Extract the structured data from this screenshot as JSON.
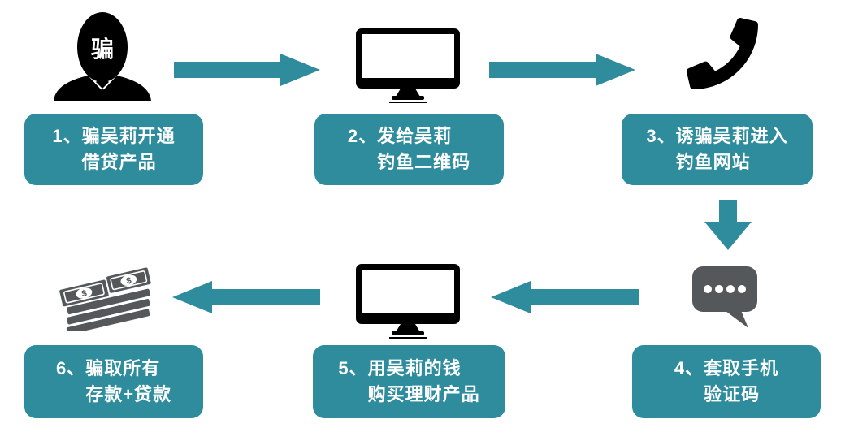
{
  "diagram": {
    "type": "flowchart",
    "language": "zh-CN",
    "topic": "phishing-loan-scam-process",
    "accent_color": "#2E8C9C",
    "dark_icon_color": "#55585B",
    "black_icon_color": "#000000",
    "box_text_color": "#FFFFFF",
    "flow_order": [
      "step1",
      "arrow-right",
      "step2",
      "arrow-right",
      "step3",
      "arrow-down",
      "step4",
      "arrow-left",
      "step5",
      "arrow-left",
      "step6"
    ]
  },
  "fraudster_label": "骗",
  "money_symbol": "$",
  "steps": [
    {
      "number": "1、",
      "line1": "骗吴莉开通",
      "line2": "借贷产品",
      "icon": "fraudster-icon"
    },
    {
      "number": "2、",
      "line1": "发给吴莉",
      "line2": "钓鱼二维码",
      "icon": "monitor-icon"
    },
    {
      "number": "3、",
      "line1": "诱骗吴莉进入",
      "line2": "钓鱼网站",
      "icon": "phone-icon"
    },
    {
      "number": "4、",
      "line1": "套取手机",
      "line2": "验证码",
      "icon": "chat-bubble-icon"
    },
    {
      "number": "5、",
      "line1": "用吴莉的钱",
      "line2": "购买理财产品",
      "icon": "monitor-icon"
    },
    {
      "number": "6、",
      "line1": "骗取所有",
      "line2": "存款+贷款",
      "icon": "money-stack-icon"
    }
  ],
  "icons": {
    "step1": "fraudster-icon",
    "step2": "monitor-icon",
    "step3": "phone-icon",
    "step4": "chat-bubble-icon",
    "step5": "monitor-icon",
    "step6": "money-stack-icon"
  }
}
